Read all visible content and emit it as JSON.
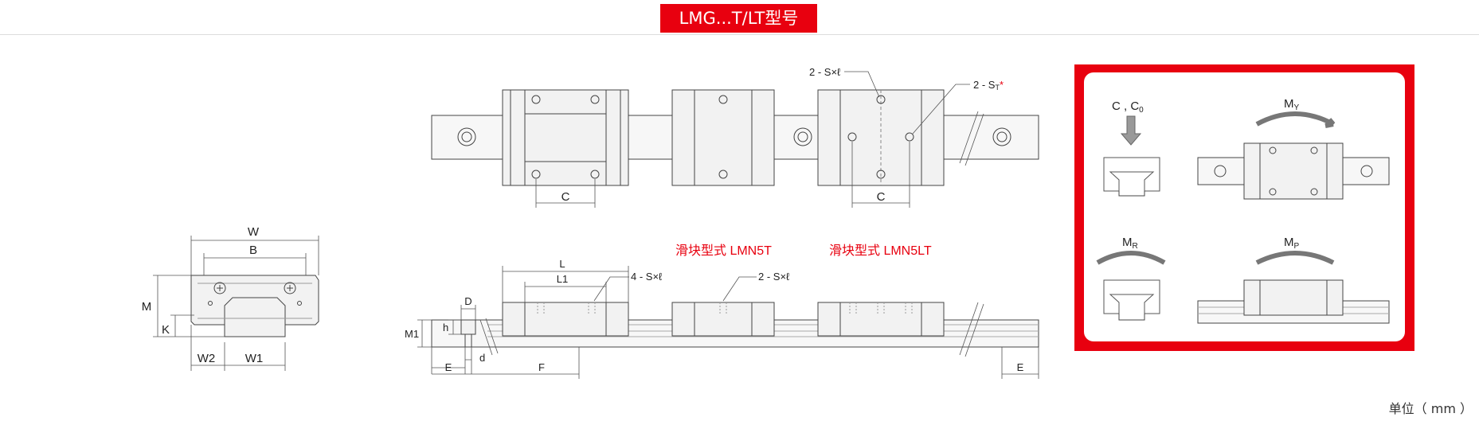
{
  "header": {
    "title": "LMG...T/LT型号"
  },
  "front_view": {
    "labels": {
      "w": "W",
      "b": "B",
      "m": "M",
      "k": "K",
      "w2": "W2",
      "w1": "W1"
    }
  },
  "top_view": {
    "labels": {
      "c_left": "C",
      "c_right": "C",
      "s_lead": "2 - S×ℓ",
      "st_lead": "2 - S",
      "st_sub": "T",
      "st_star": "*"
    }
  },
  "side_view": {
    "labels": {
      "l": "L",
      "l1": "L1",
      "four_s": "4 - S×ℓ",
      "two_s": "2 - S×ℓ",
      "d_upper": "D",
      "h": "h",
      "m1": "M1",
      "e_left": "E",
      "d_lower": "d",
      "f": "F",
      "e_right": "E"
    },
    "model_lmn5t": "滑块型式 LMN5T",
    "model_lmn5lt": "滑块型式 LMN5LT"
  },
  "load_panel": {
    "c_c0": "C , C",
    "c0_sub": "0",
    "my": "M",
    "my_sub": "Y",
    "mr": "M",
    "mr_sub": "R",
    "mp": "M",
    "mp_sub": "P",
    "accent_color": "#e8000f"
  },
  "footer": {
    "unit": "单位（ mm ）"
  }
}
